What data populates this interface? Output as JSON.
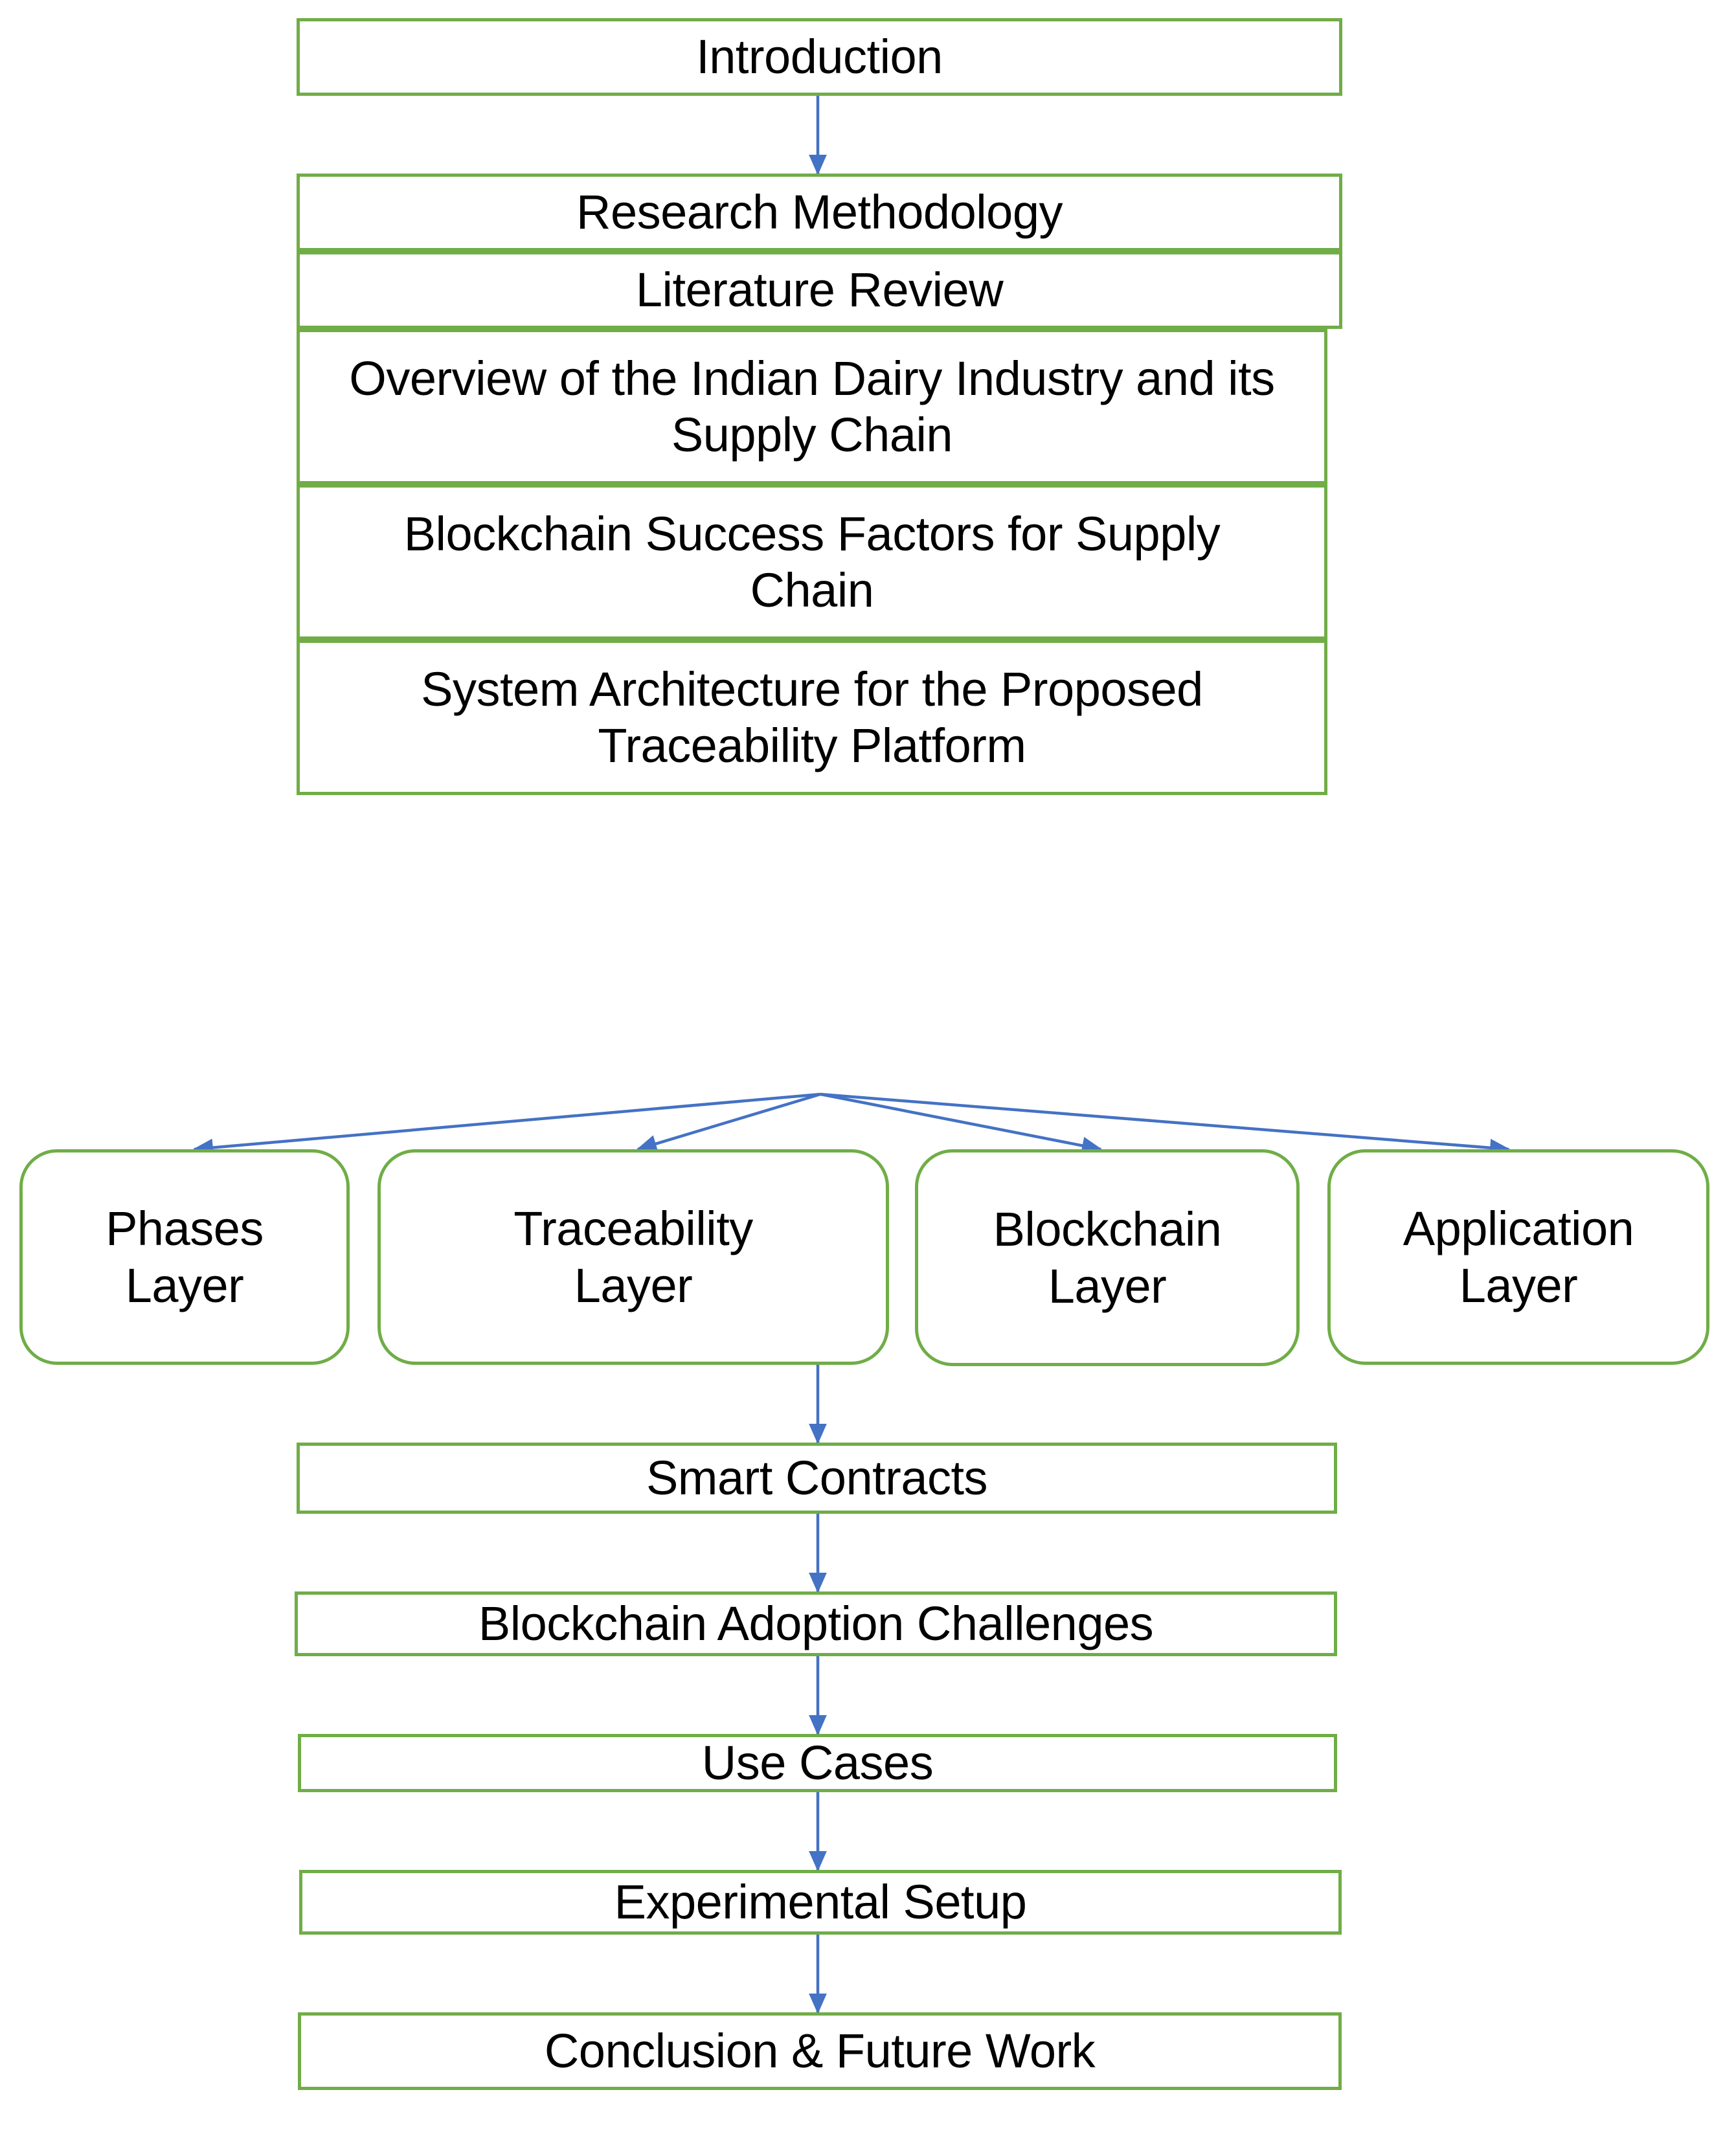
{
  "diagram": {
    "title": "Paper Organization Flowchart",
    "colors": {
      "node_border": "#70AD47",
      "node_fill": "#FFFFFF",
      "arrow": "#4472C4",
      "text": "#000000"
    },
    "nodes": [
      {
        "id": "introduction",
        "label": "Introduction",
        "shape": "rect"
      },
      {
        "id": "research-methodology",
        "label": "Research Methodology",
        "shape": "rect"
      },
      {
        "id": "literature-review",
        "label": "Literature Review",
        "shape": "rect"
      },
      {
        "id": "dairy-overview",
        "label": "Overview of the Indian Dairy Industry and its Supply Chain",
        "shape": "rect"
      },
      {
        "id": "success-factors",
        "label": "Blockchain Success Factors for Supply Chain",
        "shape": "rect"
      },
      {
        "id": "system-architecture",
        "label": "System Architecture for the Proposed Traceability Platform",
        "shape": "rect"
      },
      {
        "id": "phases-layer",
        "label": "Phases Layer",
        "shape": "rounded"
      },
      {
        "id": "traceability-layer",
        "label": "Traceability Layer",
        "shape": "rounded"
      },
      {
        "id": "blockchain-layer",
        "label": "Blockchain Layer",
        "shape": "rounded"
      },
      {
        "id": "application-layer",
        "label": "Application Layer",
        "shape": "rounded"
      },
      {
        "id": "smart-contracts",
        "label": "Smart Contracts",
        "shape": "rect"
      },
      {
        "id": "adoption-challenges",
        "label": "Blockchain Adoption Challenges",
        "shape": "rect"
      },
      {
        "id": "use-cases",
        "label": "Use Cases",
        "shape": "rect"
      },
      {
        "id": "experimental-setup",
        "label": "Experimental Setup",
        "shape": "rect"
      },
      {
        "id": "conclusion",
        "label": "Conclusion & Future Work",
        "shape": "rect"
      }
    ],
    "edges": [
      {
        "from": "introduction",
        "to": "research-methodology"
      },
      {
        "from": "research-methodology",
        "to": "literature-review"
      },
      {
        "from": "literature-review",
        "to": "dairy-overview"
      },
      {
        "from": "dairy-overview",
        "to": "success-factors"
      },
      {
        "from": "success-factors",
        "to": "system-architecture"
      },
      {
        "from": "system-architecture",
        "to": "phases-layer"
      },
      {
        "from": "system-architecture",
        "to": "traceability-layer"
      },
      {
        "from": "system-architecture",
        "to": "blockchain-layer"
      },
      {
        "from": "system-architecture",
        "to": "application-layer"
      },
      {
        "from": "traceability-layer",
        "to": "smart-contracts"
      },
      {
        "from": "smart-contracts",
        "to": "adoption-challenges"
      },
      {
        "from": "adoption-challenges",
        "to": "use-cases"
      },
      {
        "from": "use-cases",
        "to": "experimental-setup"
      },
      {
        "from": "experimental-setup",
        "to": "conclusion"
      }
    ]
  }
}
